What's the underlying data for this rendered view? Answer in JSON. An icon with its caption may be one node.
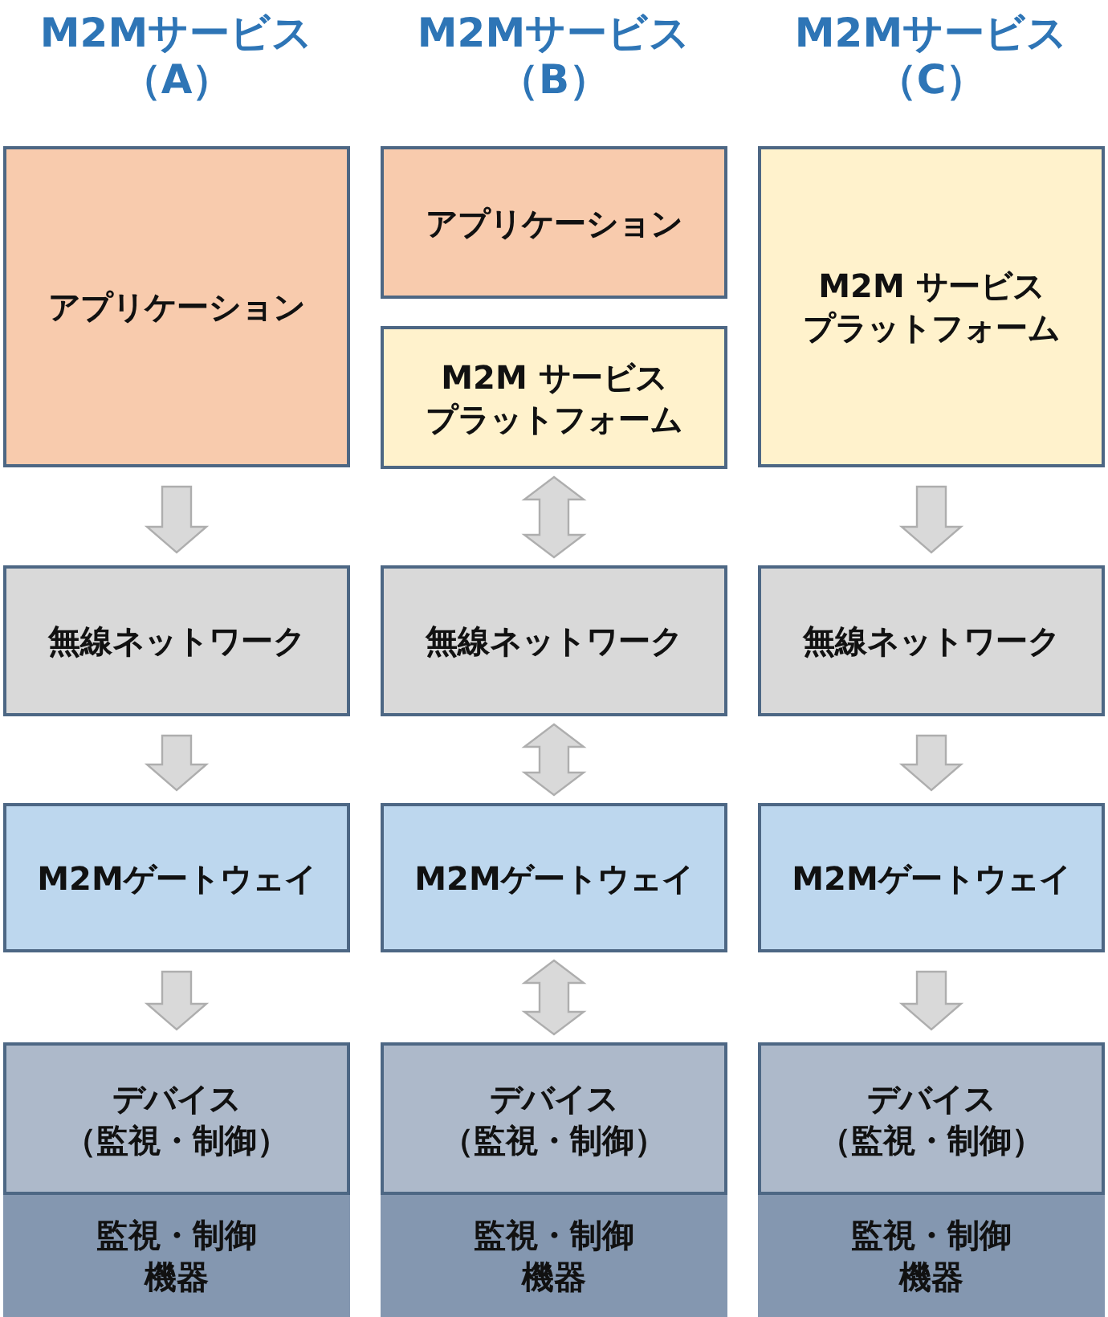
{
  "diagram": {
    "nodes": [
      {
        "text": [
          "アプリケーション"
        ]
      },
      {
        "text": [
          "無線ネットワーク"
        ]
      },
      {
        "text": [
          "M2Mゲートウェイ"
        ]
      },
      {
        "text": [
          "デバイス（監視・制御）"
        ]
      },
      {
        "text": [
          "監視・制御機器"
        ]
      },
      {
        "text": [
          "アプリケーション"
        ]
      },
      {
        "text": [
          "M2M サービスプラットフォーム"
        ]
      },
      {
        "text": [
          "無線ネットワーク"
        ]
      },
      {
        "text": [
          "M2Mゲートウェイ"
        ]
      },
      {
        "text": [
          "デバイス（監視・制御）"
        ]
      },
      {
        "text": [
          "監視・制御機器"
        ]
      },
      {
        "text": [
          "M2M サービスプラットフォーム"
        ]
      },
      {
        "text": [
          "無線ネットワーク"
        ]
      },
      {
        "text": [
          "M2Mゲートウェイ"
        ]
      },
      {
        "text": [
          "デバイス（監視・制御）"
        ]
      },
      {
        "text": [
          "監視・制御機器"
        ]
      }
    ],
    "edges": [
      {
        "from": 0,
        "to": 1,
        "arrow": "to"
      },
      {
        "from": 1,
        "to": 2,
        "arrow": "to"
      },
      {
        "from": 2,
        "to": 3,
        "arrow": "to"
      },
      {
        "from": 6,
        "to": 7,
        "arrow": "both"
      },
      {
        "from": 7,
        "to": 8,
        "arrow": "both"
      },
      {
        "from": 8,
        "to": 9,
        "arrow": "both"
      },
      {
        "from": 11,
        "to": 12,
        "arrow": "to"
      },
      {
        "from": 12,
        "to": 13,
        "arrow": "to"
      },
      {
        "from": 13,
        "to": 14,
        "arrow": "to"
      }
    ],
    "labels": [
      "M2Mサービス（A）",
      "M2Mサービス（B）",
      "M2Mサービス（C）"
    ]
  }
}
